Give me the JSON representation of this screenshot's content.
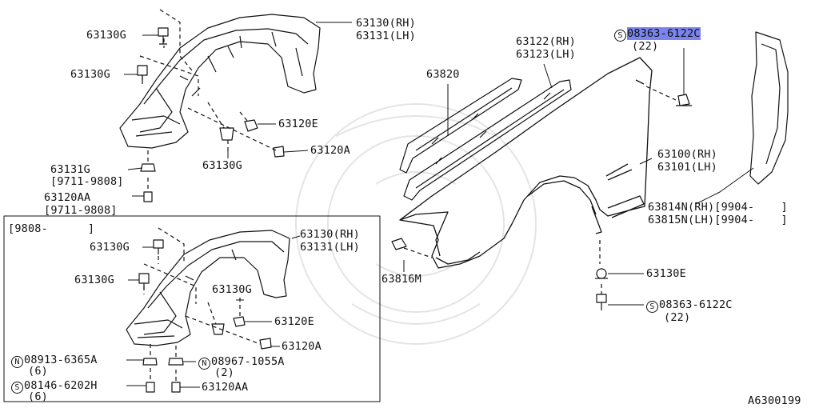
{
  "diagram": {
    "figure_id": "A6300199",
    "box_range": "[9808-      ]",
    "labels": [
      {
        "id": "l1",
        "code": "63130G"
      },
      {
        "id": "l2",
        "code": "63130G"
      },
      {
        "id": "l3",
        "code": "63130(RH)",
        "line2": "63131(LH)"
      },
      {
        "id": "l4",
        "code": "63120E"
      },
      {
        "id": "l5",
        "code": "63120A"
      },
      {
        "id": "l6",
        "code": "63130G"
      },
      {
        "id": "l7",
        "code": "63131G",
        "line2": "[9711-9808]"
      },
      {
        "id": "l8",
        "code": "63120AA",
        "line2": "[9711-9808]"
      },
      {
        "id": "l9",
        "code": "63820"
      },
      {
        "id": "l10",
        "code": "63122(RH)",
        "line2": "63123(LH)"
      },
      {
        "id": "l11",
        "prefix": "S",
        "code": "08363-6122C",
        "line2": "(22)",
        "highlight": true
      },
      {
        "id": "l12",
        "code": "63100(RH)",
        "line2": "63101(LH)"
      },
      {
        "id": "l13",
        "code": "63814N(RH)[9904-    ]",
        "line2": "63815N(LH)[9904-    ]"
      },
      {
        "id": "l14",
        "code": "63816M"
      },
      {
        "id": "l15",
        "code": "63130E"
      },
      {
        "id": "l16",
        "prefix": "S",
        "code": "08363-6122C",
        "line2": "(22)"
      },
      {
        "id": "l17",
        "code": "63130G"
      },
      {
        "id": "l18",
        "code": "63130G"
      },
      {
        "id": "l19",
        "code": "63130(RH)",
        "line2": "63131(LH)"
      },
      {
        "id": "l20",
        "code": "63130G"
      },
      {
        "id": "l21",
        "code": "63120E"
      },
      {
        "id": "l22",
        "code": "63120A"
      },
      {
        "id": "l23",
        "prefix": "N",
        "code": "08913-6365A",
        "line2": "(6)"
      },
      {
        "id": "l24",
        "prefix": "N",
        "code": "08967-1055A",
        "line2": "(2)"
      },
      {
        "id": "l25",
        "prefix": "S",
        "code": "08146-6202H",
        "line2": "(6)"
      },
      {
        "id": "l26",
        "code": "63120AA"
      }
    ]
  }
}
